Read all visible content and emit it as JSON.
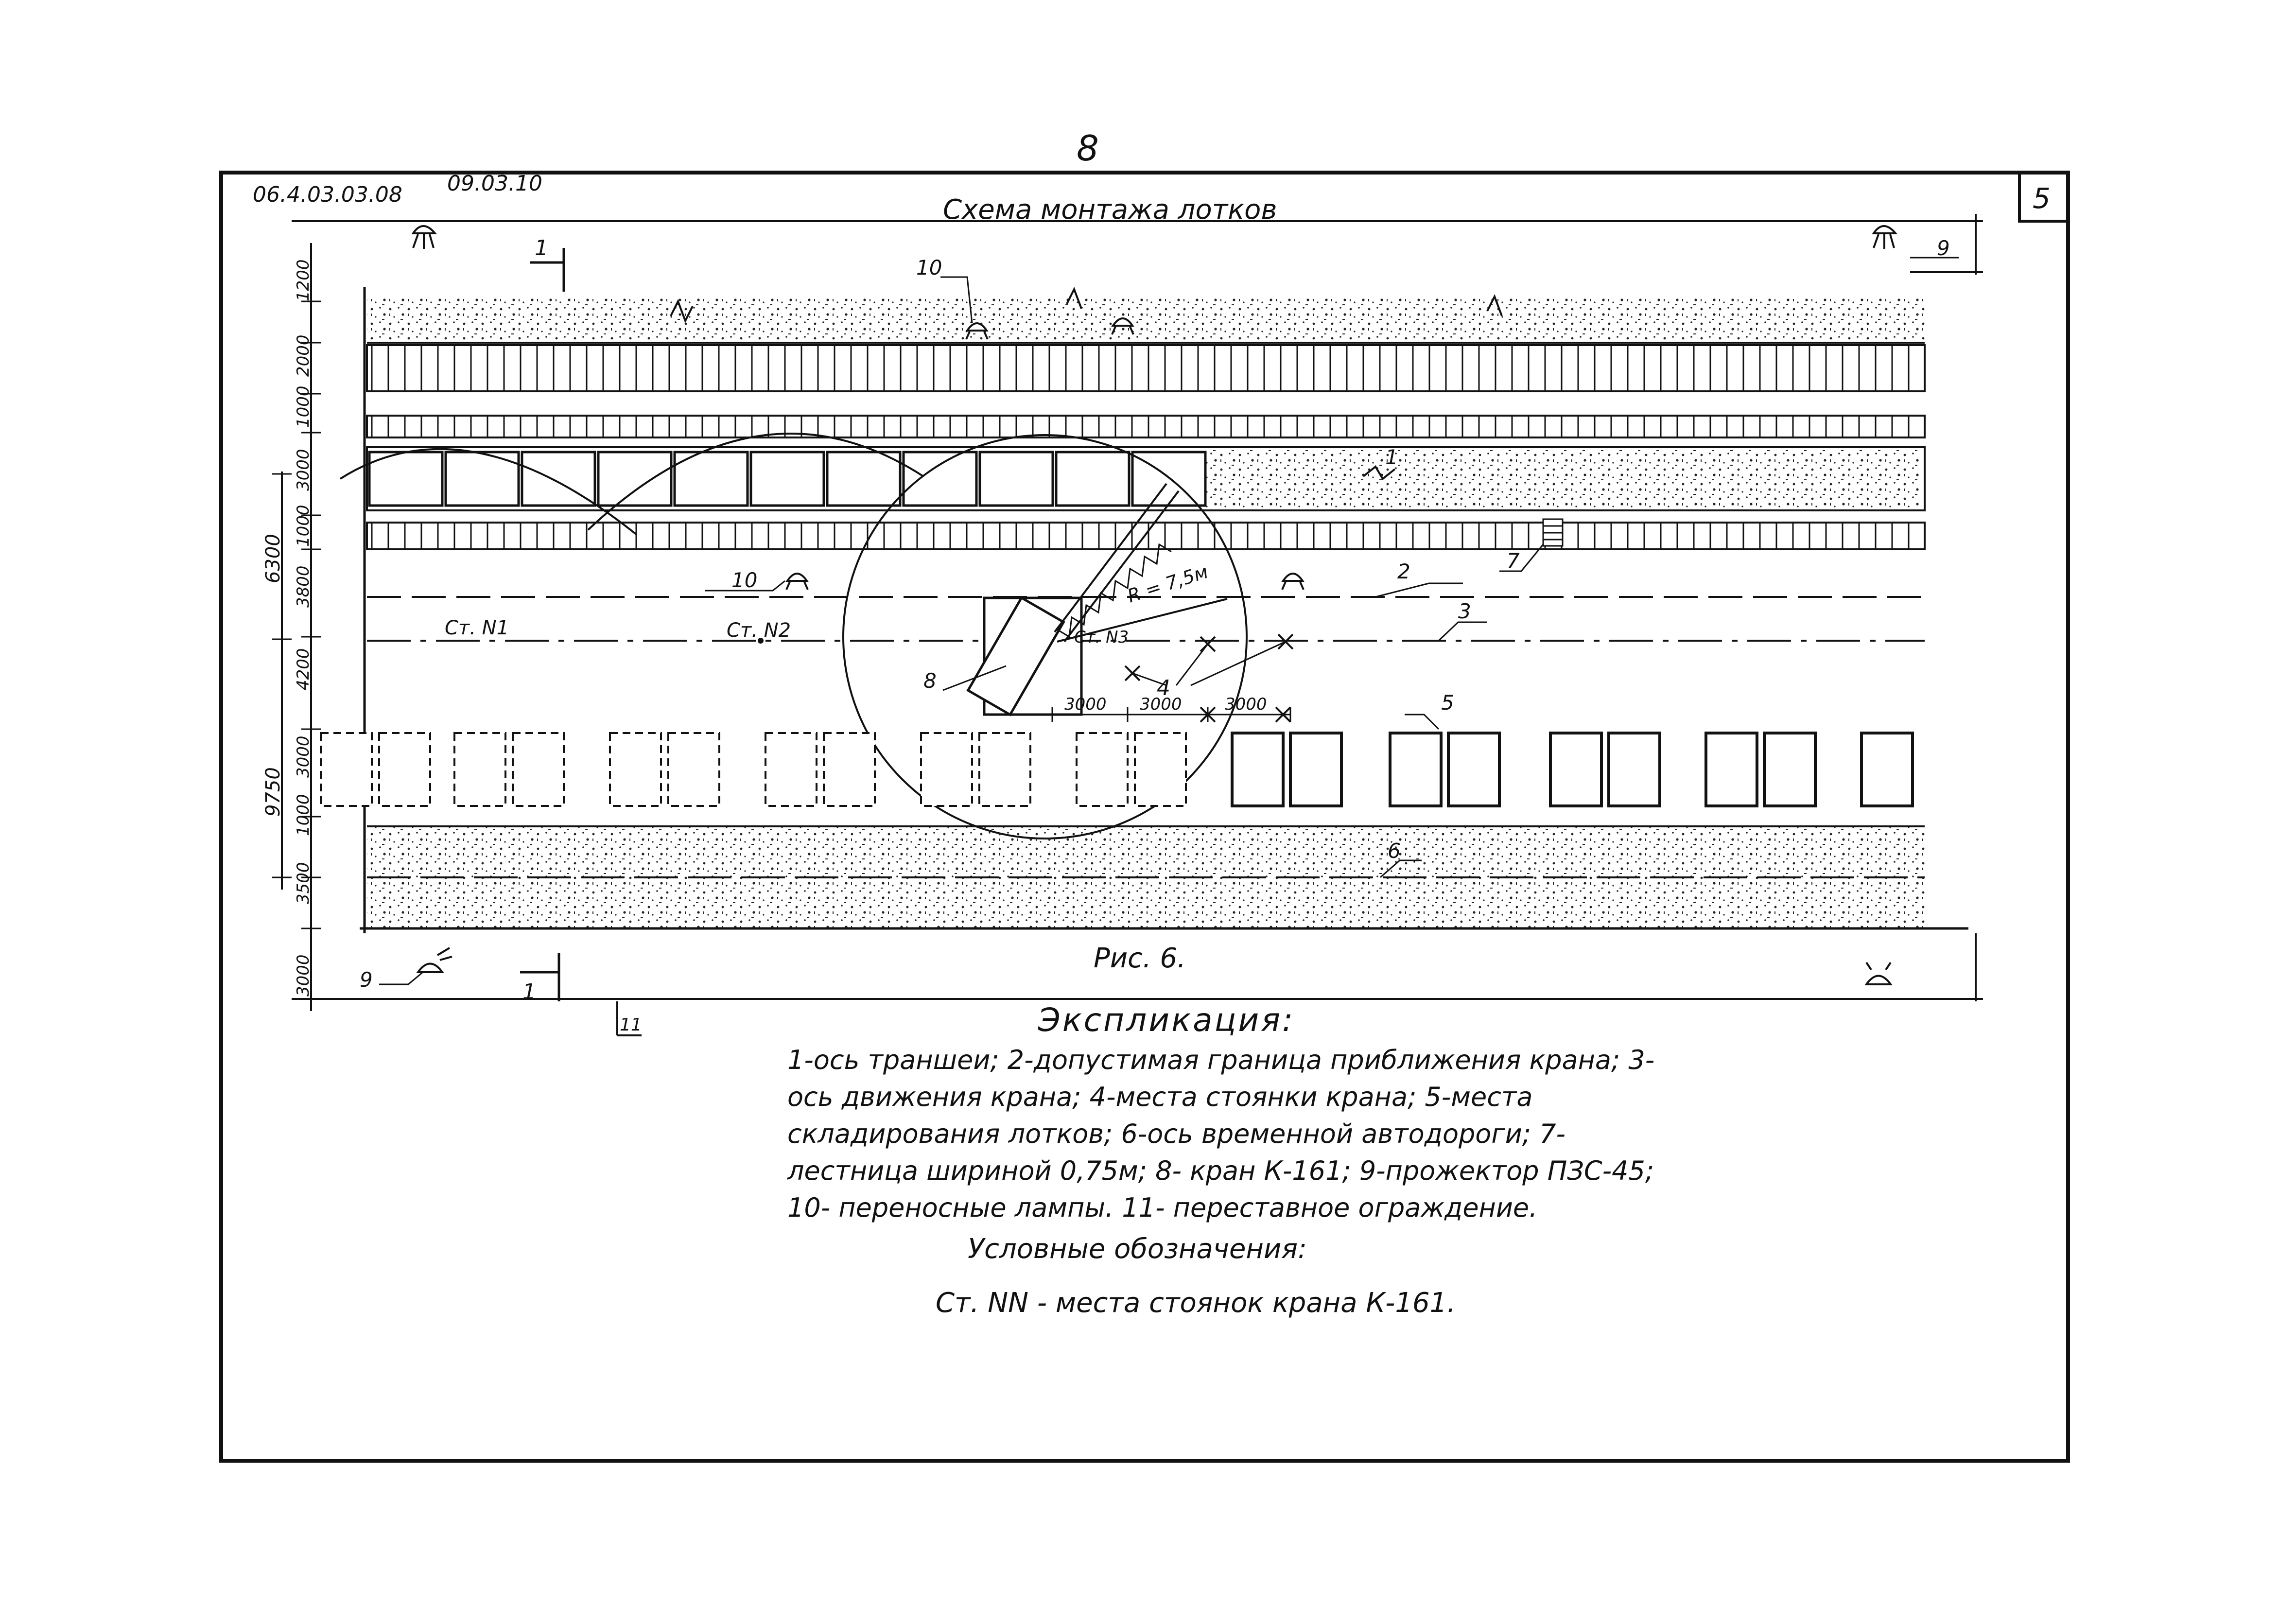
{
  "page_number": "8",
  "doc_code": "06.4.03.03.08",
  "doc_code_2": "09.03.10",
  "sheet_number": "5",
  "diagram_title": "Схема монтажа лотков",
  "figure_caption": "Рис. 6.",
  "section_mark": "1",
  "left_dims": [
    "1200",
    "2000",
    "1000",
    "3000",
    "1000",
    "3800",
    "4200",
    "3000",
    "1000",
    "3500",
    "3000"
  ],
  "left_group_dims": [
    "6300",
    "9750"
  ],
  "station_labels": [
    "Ст. N1",
    "Ст. N2",
    "Ст. N3"
  ],
  "radius_label": "R = 7,5м",
  "spacing_labels": [
    "3000",
    "3000",
    "3000"
  ],
  "callouts": {
    "c1": "1",
    "c2": "2",
    "c3": "3",
    "c4": "4",
    "c5": "5",
    "c6": "6",
    "c7": "7",
    "c8": "8",
    "c9": "9",
    "c10a": "10",
    "c10b": "10",
    "c11": "11"
  },
  "legend": {
    "title": "Экспликация:",
    "body": "1-ось траншеи; 2-допустимая граница приближения крана; 3- ось движения крана; 4-места стоянки крана; 5-места складирования лотков; 6-ось временной автодороги; 7-лестница шириной 0,75м; 8- кран К-161; 9-прожектор ПЗС-45; 10- переносные лампы. 11- переставное ограждение.",
    "conventions_title": "Условные обозначения:",
    "conventions_body": "Ст. NN - места стоянок крана К-161."
  }
}
